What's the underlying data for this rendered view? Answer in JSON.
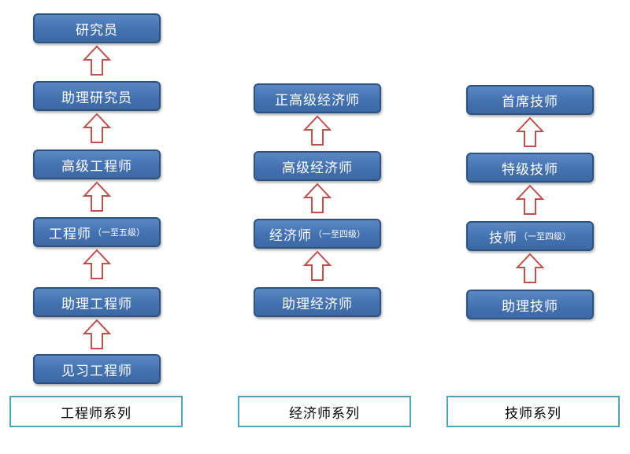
{
  "columns": [
    {
      "id": "engineer",
      "series_label": "工程师系列",
      "levels": [
        {
          "name": "研究员",
          "note": ""
        },
        {
          "name": "助理研究员",
          "note": ""
        },
        {
          "name": "高级工程师",
          "note": ""
        },
        {
          "name": "工程师",
          "note": "（一至五级）"
        },
        {
          "name": "助理工程师",
          "note": ""
        },
        {
          "name": "见习工程师",
          "note": ""
        }
      ]
    },
    {
      "id": "economist",
      "series_label": "经济师系列",
      "levels": [
        {
          "name": "正高级经济师",
          "note": ""
        },
        {
          "name": "高级经济师",
          "note": ""
        },
        {
          "name": "经济师",
          "note": "（一至四级）"
        },
        {
          "name": "助理经济师",
          "note": ""
        }
      ]
    },
    {
      "id": "technician",
      "series_label": "技师系列",
      "levels": [
        {
          "name": "首席技师",
          "note": ""
        },
        {
          "name": "特级技师",
          "note": ""
        },
        {
          "name": "技师",
          "note": "（一至四级）"
        },
        {
          "name": "助理技师",
          "note": ""
        }
      ]
    }
  ],
  "colors": {
    "box_fill": "#4472b0",
    "box_border": "#2c527f",
    "arrow_stroke": "#c0504d",
    "series_border": "#4ba7b8"
  }
}
